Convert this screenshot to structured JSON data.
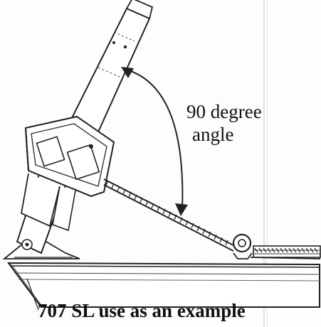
{
  "labels": {
    "angle_line1": "90 degree",
    "angle_line2": "angle",
    "caption": "707 SL use as an example"
  }
}
